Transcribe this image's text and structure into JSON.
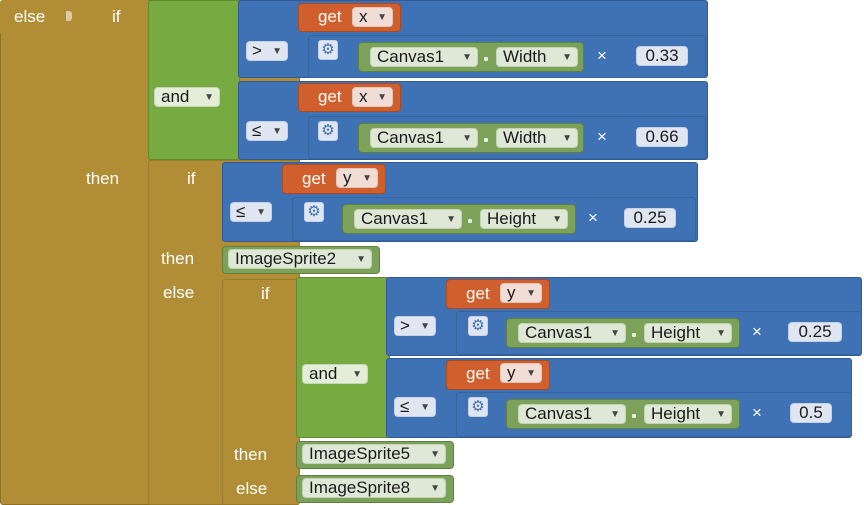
{
  "keywords": {
    "else": "else",
    "if": "if",
    "then": "then",
    "and": "and",
    "get": "get",
    "times": "×"
  },
  "operators": {
    "gt": ">",
    "le": "≤"
  },
  "variables": {
    "x": "x",
    "y": "y"
  },
  "component": "Canvas1",
  "properties": {
    "width": "Width",
    "height": "Height"
  },
  "numbers": {
    "n033": "0.33",
    "n066": "0.66",
    "n025": "0.25",
    "n05": "0.5"
  },
  "sprites": {
    "s2": "ImageSprite2",
    "s5": "ImageSprite5",
    "s8": "ImageSprite8"
  },
  "icons": {
    "gear": "gear-icon",
    "dropdown": "dropdown-arrow-icon"
  },
  "colors": {
    "control": "#b18e35",
    "logic": "#77ab41",
    "math": "#3f71b5",
    "variable": "#d05f2d",
    "component": "#7ca25a"
  }
}
